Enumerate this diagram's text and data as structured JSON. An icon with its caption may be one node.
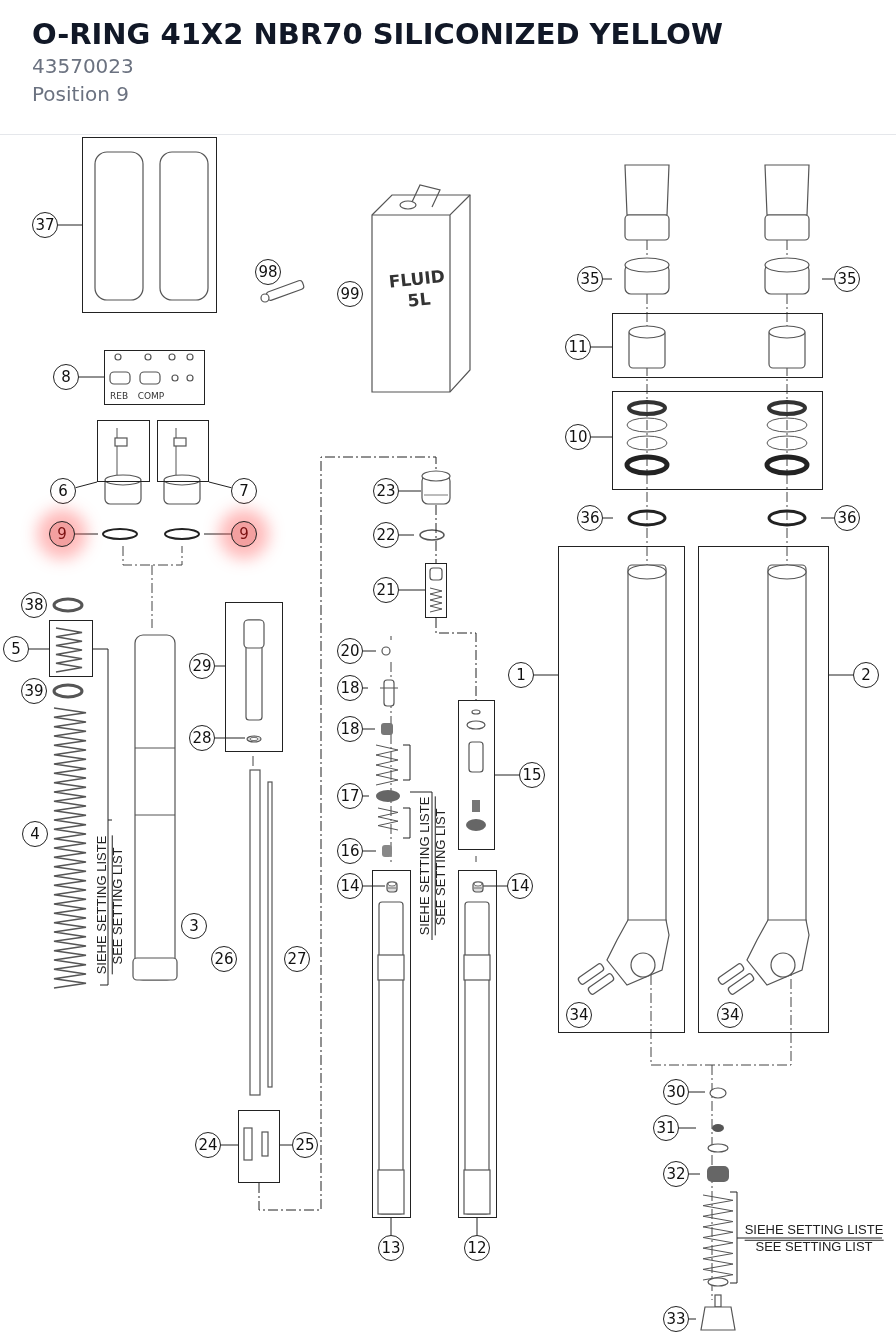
{
  "diagram": {
    "title": "O-RING 41X2 NBR70 SILICONIZED YELLOW",
    "nodes": [
      {
        "text": [],
        "shape": "box"
      },
      {
        "text": [
          "37"
        ]
      },
      {
        "text": [
          "98"
        ]
      },
      {
        "text": [
          "99"
        ]
      },
      {
        "text": [],
        "shape": "box"
      },
      {
        "text": [
          "8"
        ]
      },
      {
        "text": [],
        "shape": "box"
      },
      {
        "text": [],
        "shape": "box"
      },
      {
        "text": [
          "6"
        ]
      },
      {
        "text": [
          "7"
        ]
      },
      {
        "text": [
          "9"
        ]
      },
      {
        "text": [
          "9"
        ]
      },
      {
        "text": [
          "38"
        ]
      },
      {
        "text": [],
        "shape": "box"
      },
      {
        "text": [
          "5"
        ]
      },
      {
        "text": [
          "39"
        ]
      },
      {
        "text": [
          "4"
        ]
      },
      {
        "text": [
          "3"
        ]
      },
      {
        "text": [],
        "shape": "box"
      },
      {
        "text": [
          "29"
        ]
      },
      {
        "text": [
          "28"
        ]
      },
      {
        "text": [
          "26"
        ]
      },
      {
        "text": [
          "27"
        ]
      },
      {
        "text": [],
        "shape": "box"
      },
      {
        "text": [
          "24"
        ]
      },
      {
        "text": [
          "25"
        ]
      },
      {
        "text": [
          "23"
        ]
      },
      {
        "text": [
          "22"
        ]
      },
      {
        "text": [],
        "shape": "box"
      },
      {
        "text": [
          "21"
        ]
      },
      {
        "text": [
          "20"
        ]
      },
      {
        "text": [
          "18"
        ]
      },
      {
        "text": [
          "18"
        ]
      },
      {
        "text": [
          "17"
        ]
      },
      {
        "text": [
          "16"
        ]
      },
      {
        "text": [
          "14"
        ]
      },
      {
        "text": [],
        "shape": "box"
      },
      {
        "text": [
          "13"
        ]
      },
      {
        "text": [],
        "shape": "box"
      },
      {
        "text": [
          "15"
        ]
      },
      {
        "text": [
          "14"
        ]
      },
      {
        "text": [],
        "shape": "box"
      },
      {
        "text": [
          "12"
        ]
      },
      {
        "text": [
          "35"
        ]
      },
      {
        "text": [
          "35"
        ]
      },
      {
        "text": [],
        "shape": "box"
      },
      {
        "text": [
          "11"
        ]
      },
      {
        "text": [],
        "shape": "box"
      },
      {
        "text": [
          "10"
        ]
      },
      {
        "text": [
          "36"
        ]
      },
      {
        "text": [
          "36"
        ]
      },
      {
        "text": [],
        "shape": "box"
      },
      {
        "text": [
          "1"
        ]
      },
      {
        "text": [],
        "shape": "box"
      },
      {
        "text": [
          "2"
        ]
      },
      {
        "text": [
          "34"
        ],
        "in": 51
      },
      {
        "text": [
          "34"
        ],
        "in": 53
      },
      {
        "text": [
          "30"
        ]
      },
      {
        "text": [
          "31"
        ]
      },
      {
        "text": [
          "32"
        ]
      },
      {
        "text": [
          "33"
        ]
      },
      {
        "text": [],
        "shape": "picture",
        "in": 18
      },
      {
        "text": [],
        "shape": "picture",
        "in": 36
      },
      {
        "text": [],
        "shape": "picture",
        "in": 41
      },
      {
        "text": [],
        "shape": "picture"
      }
    ],
    "edges": [
      {
        "from": 1,
        "to": 0,
        "arrow": "none"
      },
      {
        "from": 5,
        "to": 4,
        "arrow": "none"
      },
      {
        "from": 8,
        "to": 6,
        "arrow": "none"
      },
      {
        "from": 9,
        "to": 7,
        "arrow": "none"
      },
      {
        "from": 10,
        "to": null,
        "arrow": "none"
      },
      {
        "from": 11,
        "to": null,
        "arrow": "none"
      },
      {
        "from": 14,
        "to": 13,
        "arrow": "none"
      },
      {
        "from": 19,
        "to": 18,
        "arrow": "none"
      },
      {
        "from": 20,
        "to": 61,
        "arrow": "none"
      },
      {
        "from": 24,
        "to": 23,
        "arrow": "none"
      },
      {
        "from": 25,
        "to": 23,
        "arrow": "none"
      },
      {
        "from": 26,
        "to": 64,
        "arrow": "none"
      },
      {
        "from": 27,
        "to": null,
        "arrow": "none"
      },
      {
        "from": 29,
        "to": 28,
        "arrow": "none"
      },
      {
        "from": 30,
        "to": null,
        "arrow": "none"
      },
      {
        "from": 31,
        "to": null,
        "arrow": "none"
      },
      {
        "from": 32,
        "to": null,
        "arrow": "none"
      },
      {
        "from": 33,
        "to": null,
        "arrow": "none"
      },
      {
        "from": 34,
        "to": null,
        "arrow": "none"
      },
      {
        "from": 35,
        "to": 62,
        "arrow": "none"
      },
      {
        "from": 37,
        "to": 36,
        "arrow": "none"
      },
      {
        "from": 39,
        "to": 38,
        "arrow": "none"
      },
      {
        "from": 40,
        "to": 63,
        "arrow": "none"
      },
      {
        "from": 42,
        "to": 41,
        "arrow": "none"
      },
      {
        "from": 43,
        "to": null,
        "arrow": "none"
      },
      {
        "from": 44,
        "to": null,
        "arrow": "none"
      },
      {
        "from": 46,
        "to": 45,
        "arrow": "none"
      },
      {
        "from": 48,
        "to": 47,
        "arrow": "none"
      },
      {
        "from": 49,
        "to": null,
        "arrow": "none"
      },
      {
        "from": 50,
        "to": null,
        "arrow": "none"
      },
      {
        "from": 52,
        "to": 51,
        "arrow": "none"
      },
      {
        "from": 54,
        "to": 53,
        "arrow": "none"
      },
      {
        "from": 57,
        "to": null,
        "arrow": "none"
      },
      {
        "from": 58,
        "to": null,
        "arrow": "none"
      },
      {
        "from": 59,
        "to": null,
        "arrow": "none"
      },
      {
        "from": 60,
        "to": null,
        "arrow": "none"
      },
      {
        "from": 23,
        "to": 64,
        "arrow": "none",
        "style": "dashed"
      },
      {
        "from": 28,
        "to": 38,
        "arrow": "none",
        "style": "dashed"
      },
      {
        "from": 64,
        "to": 28,
        "arrow": "none",
        "style": "dashed"
      }
    ],
    "labels": [
      "43570023",
      "Position 9",
      "FLUID 5L",
      "REB",
      "COMP",
      "SIEHE SETTING LISTE",
      "SEE SETTING LIST",
      "SIEHE SETTING LISTE",
      "SEE SETTING LIST",
      "SIEHE SETTING LISTE",
      "SEE SETTING LIST"
    ]
  }
}
